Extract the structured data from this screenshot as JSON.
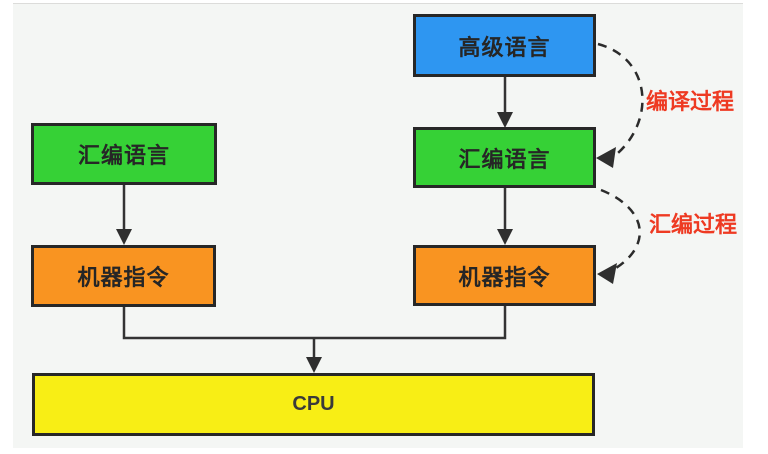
{
  "diagram": {
    "type": "flowchart",
    "background": "#f4f6f4",
    "border_color": "#272727",
    "nodes": [
      {
        "id": "high-level-language",
        "label": "高级语言",
        "fill": "#2e96f1"
      },
      {
        "id": "assembly-language-left",
        "label": "汇编语言",
        "fill": "#36d136"
      },
      {
        "id": "assembly-language-right",
        "label": "汇编语言",
        "fill": "#36d136"
      },
      {
        "id": "machine-instructions-left",
        "label": "机器指令",
        "fill": "#f99421"
      },
      {
        "id": "machine-instructions-right",
        "label": "机器指令",
        "fill": "#f8ee15"
      },
      {
        "id": "cpu",
        "label": "CPU",
        "fill": "#f8ee15"
      }
    ],
    "process_labels": [
      {
        "id": "compile-process",
        "label": "编译过程",
        "color": "#ee3a22"
      },
      {
        "id": "assemble-process",
        "label": "汇编过程",
        "color": "#ee3a22"
      }
    ],
    "edges": [
      {
        "from": "high-level-language",
        "to": "assembly-language-right",
        "style": "solid-arrow"
      },
      {
        "from": "assembly-language-left",
        "to": "machine-instructions-left",
        "style": "solid-arrow"
      },
      {
        "from": "assembly-language-right",
        "to": "machine-instructions-right",
        "style": "solid-arrow"
      },
      {
        "from": "machine-instructions-left",
        "to": "cpu",
        "style": "solid-arrow-merged"
      },
      {
        "from": "machine-instructions-right",
        "to": "cpu",
        "style": "solid-arrow-merged"
      },
      {
        "from": "high-level-language",
        "to": "assembly-language-right",
        "style": "dashed-curve",
        "label": "编译过程"
      },
      {
        "from": "assembly-language-right",
        "to": "machine-instructions-right",
        "style": "dashed-curve",
        "label": "汇编过程"
      }
    ]
  }
}
